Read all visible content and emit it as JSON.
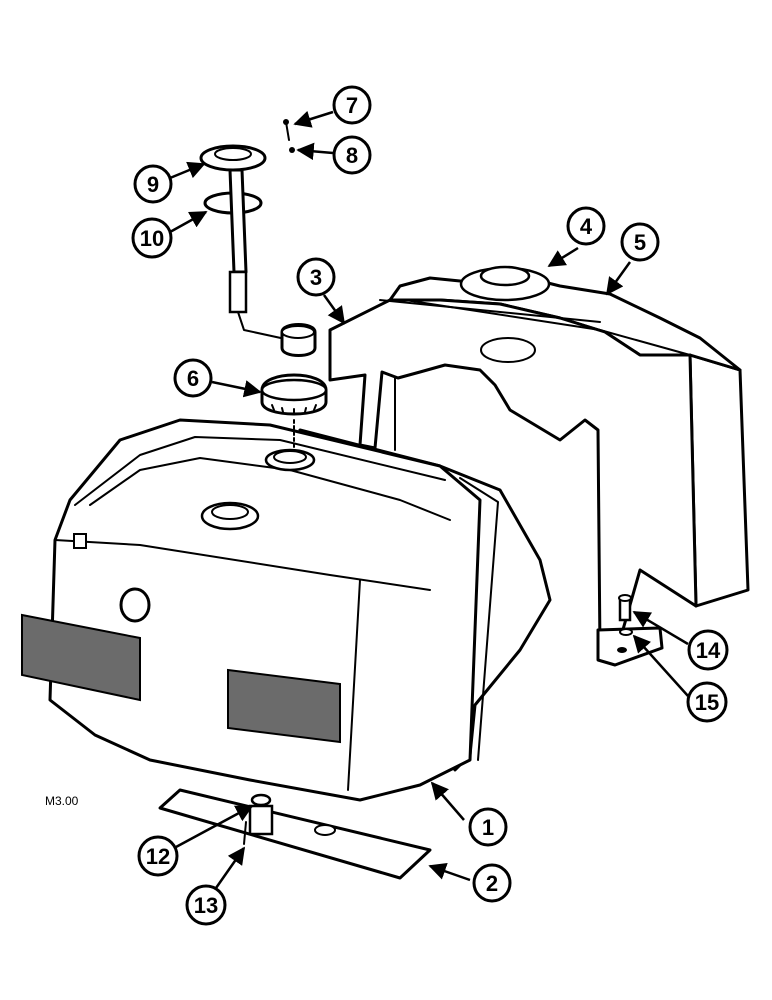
{
  "figure_ref": "M3.00",
  "callouts": [
    {
      "id": "c1",
      "label": "1"
    },
    {
      "id": "c2",
      "label": "2"
    },
    {
      "id": "c3",
      "label": "3"
    },
    {
      "id": "c4",
      "label": "4"
    },
    {
      "id": "c5",
      "label": "5"
    },
    {
      "id": "c6",
      "label": "6"
    },
    {
      "id": "c7",
      "label": "7"
    },
    {
      "id": "c8",
      "label": "8"
    },
    {
      "id": "c9",
      "label": "9"
    },
    {
      "id": "c10",
      "label": "10"
    },
    {
      "id": "c12",
      "label": "12"
    },
    {
      "id": "c13",
      "label": "13"
    },
    {
      "id": "c14",
      "label": "14"
    },
    {
      "id": "c15",
      "label": "15"
    }
  ]
}
